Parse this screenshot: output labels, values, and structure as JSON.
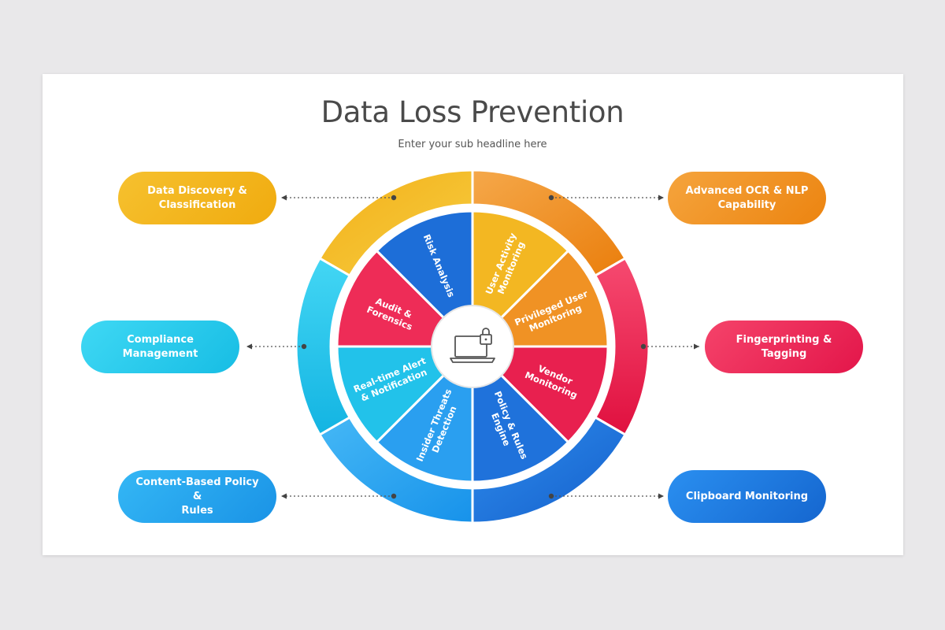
{
  "header": {
    "title": "Data Loss Prevention",
    "subtitle": "Enter your sub headline here"
  },
  "pills": [
    {
      "key": "left-top",
      "lines": [
        "Data Discovery &",
        "Classification"
      ],
      "gradient": [
        "#f6c12f",
        "#f0ab0f"
      ]
    },
    {
      "key": "left-mid",
      "lines": [
        "Compliance Management"
      ],
      "gradient": [
        "#3fd8f4",
        "#17bde4"
      ]
    },
    {
      "key": "left-bottom",
      "lines": [
        "Content-Based Policy &",
        "Rules"
      ],
      "gradient": [
        "#34b7f5",
        "#1a93e6"
      ]
    },
    {
      "key": "right-top",
      "lines": [
        "Advanced OCR & NLP",
        "Capability"
      ],
      "gradient": [
        "#f5a43d",
        "#ec8410"
      ]
    },
    {
      "key": "right-mid",
      "lines": [
        "Fingerprinting & Tagging"
      ],
      "gradient": [
        "#f5436a",
        "#e3164a"
      ]
    },
    {
      "key": "right-bottom",
      "lines": [
        "Clipboard Monitoring"
      ],
      "gradient": [
        "#2a8ff0",
        "#1566cf"
      ]
    }
  ],
  "inner_segments": [
    {
      "lines": [
        "User Activity",
        "Monitoring"
      ],
      "color": "#f3b722"
    },
    {
      "lines": [
        "Privileged User",
        "Monitoring"
      ],
      "color": "#f09224"
    },
    {
      "lines": [
        "Vendor",
        "Monitoring"
      ],
      "color": "#e8204f"
    },
    {
      "lines": [
        "Policy & Rules",
        "Engine"
      ],
      "color": "#1f72db"
    },
    {
      "lines": [
        "Insider Threats",
        "Detection"
      ],
      "color": "#2a9ff0"
    },
    {
      "lines": [
        "Real-time Alert",
        "& Notification"
      ],
      "color": "#22c2ea"
    },
    {
      "lines": [
        "Audit &",
        "Forensics"
      ],
      "color": "#ee2c57"
    },
    {
      "lines": [
        "Risk Analysis"
      ],
      "color": "#1d6ed8"
    }
  ],
  "outer_ring_colors": {
    "top-left": "#f4bd2a",
    "top-right": "#ee8a1c",
    "right": "#ec2553",
    "bottom-right": "#1b74dc",
    "bottom-left": "#2aa6f2",
    "left": "#2cc8ee"
  },
  "center_icon": "laptop-lock-icon"
}
